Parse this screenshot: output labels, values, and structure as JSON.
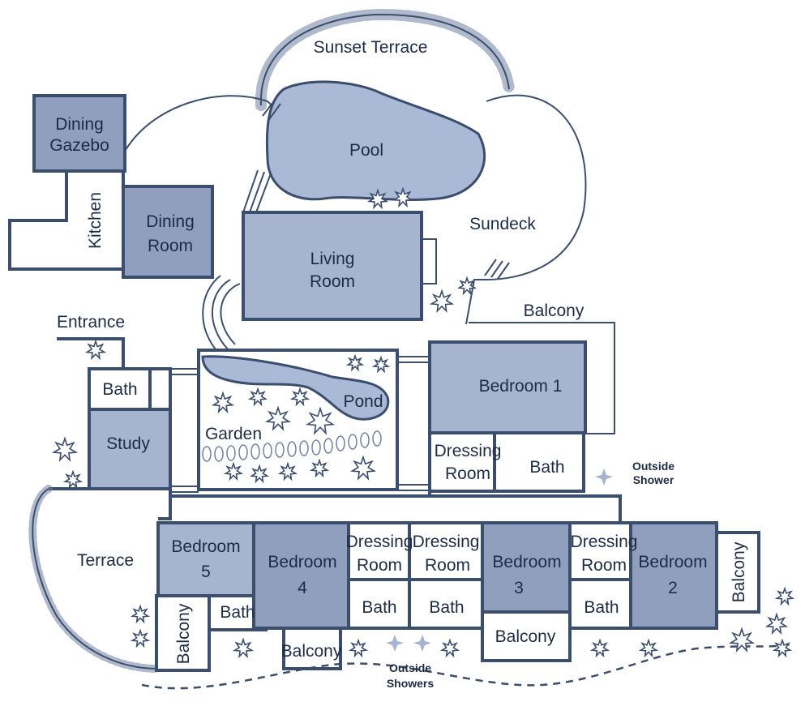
{
  "colors": {
    "wall": "#3c4e6d",
    "room_dark": "#8f9fbd",
    "room_mid": "#a6b4cf",
    "water": "#a9b9d6",
    "text": "#1d2c46",
    "background": "#ffffff"
  },
  "labels": {
    "sunset_terrace": "Sunset Terrace",
    "dining_gazebo_1": "Dining",
    "dining_gazebo_2": "Gazebo",
    "pool": "Pool",
    "kitchen": "Kitchen",
    "dining_room_1": "Dining",
    "dining_room_2": "Room",
    "living_room_1": "Living",
    "living_room_2": "Room",
    "sundeck": "Sundeck",
    "balcony_top": "Balcony",
    "entrance": "Entrance",
    "bath_study": "Bath",
    "pond": "Pond",
    "garden": "Garden",
    "bedroom1": "Bedroom 1",
    "study": "Study",
    "dressing_room_b1_1": "Dressing",
    "dressing_room_b1_2": "Room",
    "bath_b1": "Bath",
    "outside_shower_1": "Outside",
    "outside_shower_2": "Shower",
    "terrace": "Terrace",
    "bedroom5_1": "Bedroom",
    "bedroom5_2": "5",
    "bedroom4_1": "Bedroom",
    "bedroom4_2": "4",
    "dressing_room_a_1": "Dressing",
    "dressing_room_a_2": "Room",
    "dressing_room_b_1": "Dressing",
    "dressing_room_b_2": "Room",
    "bedroom3_1": "Bedroom",
    "bedroom3_2": "3",
    "dressing_room_c_1": "Dressing",
    "dressing_room_c_2": "Room",
    "bedroom2_1": "Bedroom",
    "bedroom2_2": "2",
    "balcony_right": "Balcony",
    "balcony_b5": "Balcony",
    "bath_b5": "Bath",
    "balcony_b4": "Balcony",
    "bath_a": "Bath",
    "bath_b": "Bath",
    "balcony_b3": "Balcony",
    "bath_c": "Bath",
    "outside_showers_1": "Outside",
    "outside_showers_2": "Showers"
  },
  "icons": {
    "plant": "plant-icon",
    "shower": "shower-star-icon",
    "stepping_stone": "stepping-stone-icon"
  }
}
